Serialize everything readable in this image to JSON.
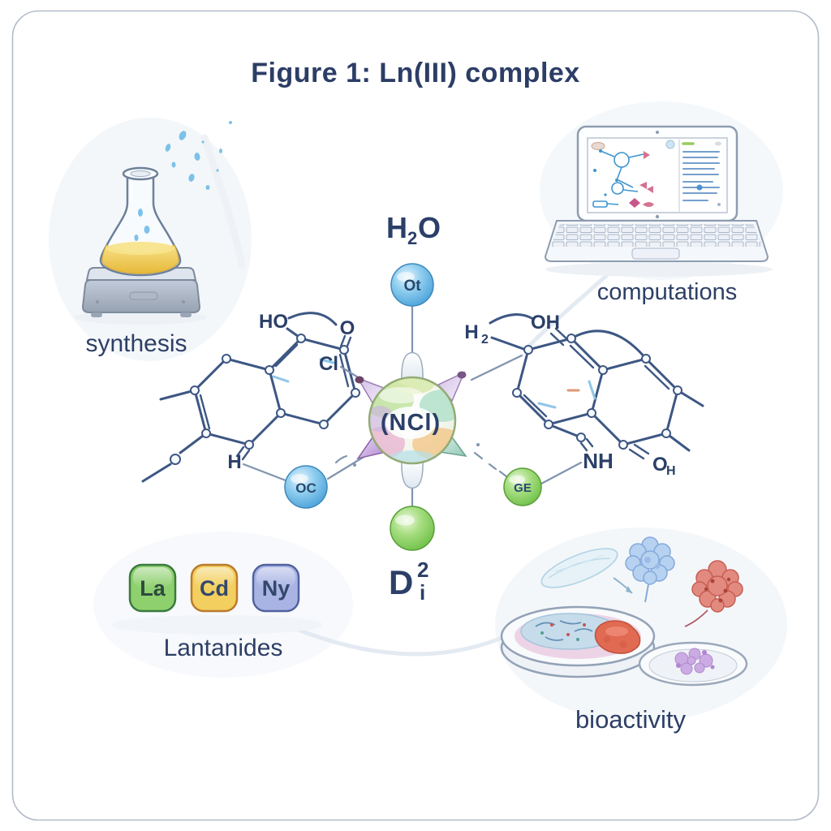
{
  "title": "Figure 1: Ln(III) complex",
  "captions": {
    "synthesis": "synthesis",
    "computations": "computations",
    "lanthanides": "Lantanides",
    "bioactivity": "bioactivity"
  },
  "complex": {
    "water": {
      "h": "H",
      "sub": "2",
      "o": "O"
    },
    "aqua_atom": "Ot",
    "center_label": "(NCl)",
    "left_donor_atom": "OC",
    "right_donor_atom": "GE",
    "bottom_label": {
      "main": "D",
      "sup": "2",
      "sub": "i"
    },
    "ligand_left": {
      "ho": "HO",
      "o": "O",
      "cl": "Cl",
      "h": "H"
    },
    "ligand_right": {
      "h": "H",
      "h_sub": "2",
      "oh_top": "OH",
      "nh": "NH",
      "oh_o": "O",
      "oh_h": "H"
    }
  },
  "lanthanide_tiles": [
    {
      "symbol": "La",
      "fill": "#8ed06e",
      "stroke": "#3a7a3e"
    },
    {
      "symbol": "Cd",
      "fill": "#f2cf5e",
      "stroke": "#bb7a2e"
    },
    {
      "symbol": "Ny",
      "fill": "#a9b4e4",
      "stroke": "#51629f"
    }
  ],
  "colors": {
    "heading_text": "#2c3d66",
    "bond_line": "#3d5784",
    "aqua_sphere": "#48a0d8",
    "green_sphere": "#6cbf47"
  }
}
